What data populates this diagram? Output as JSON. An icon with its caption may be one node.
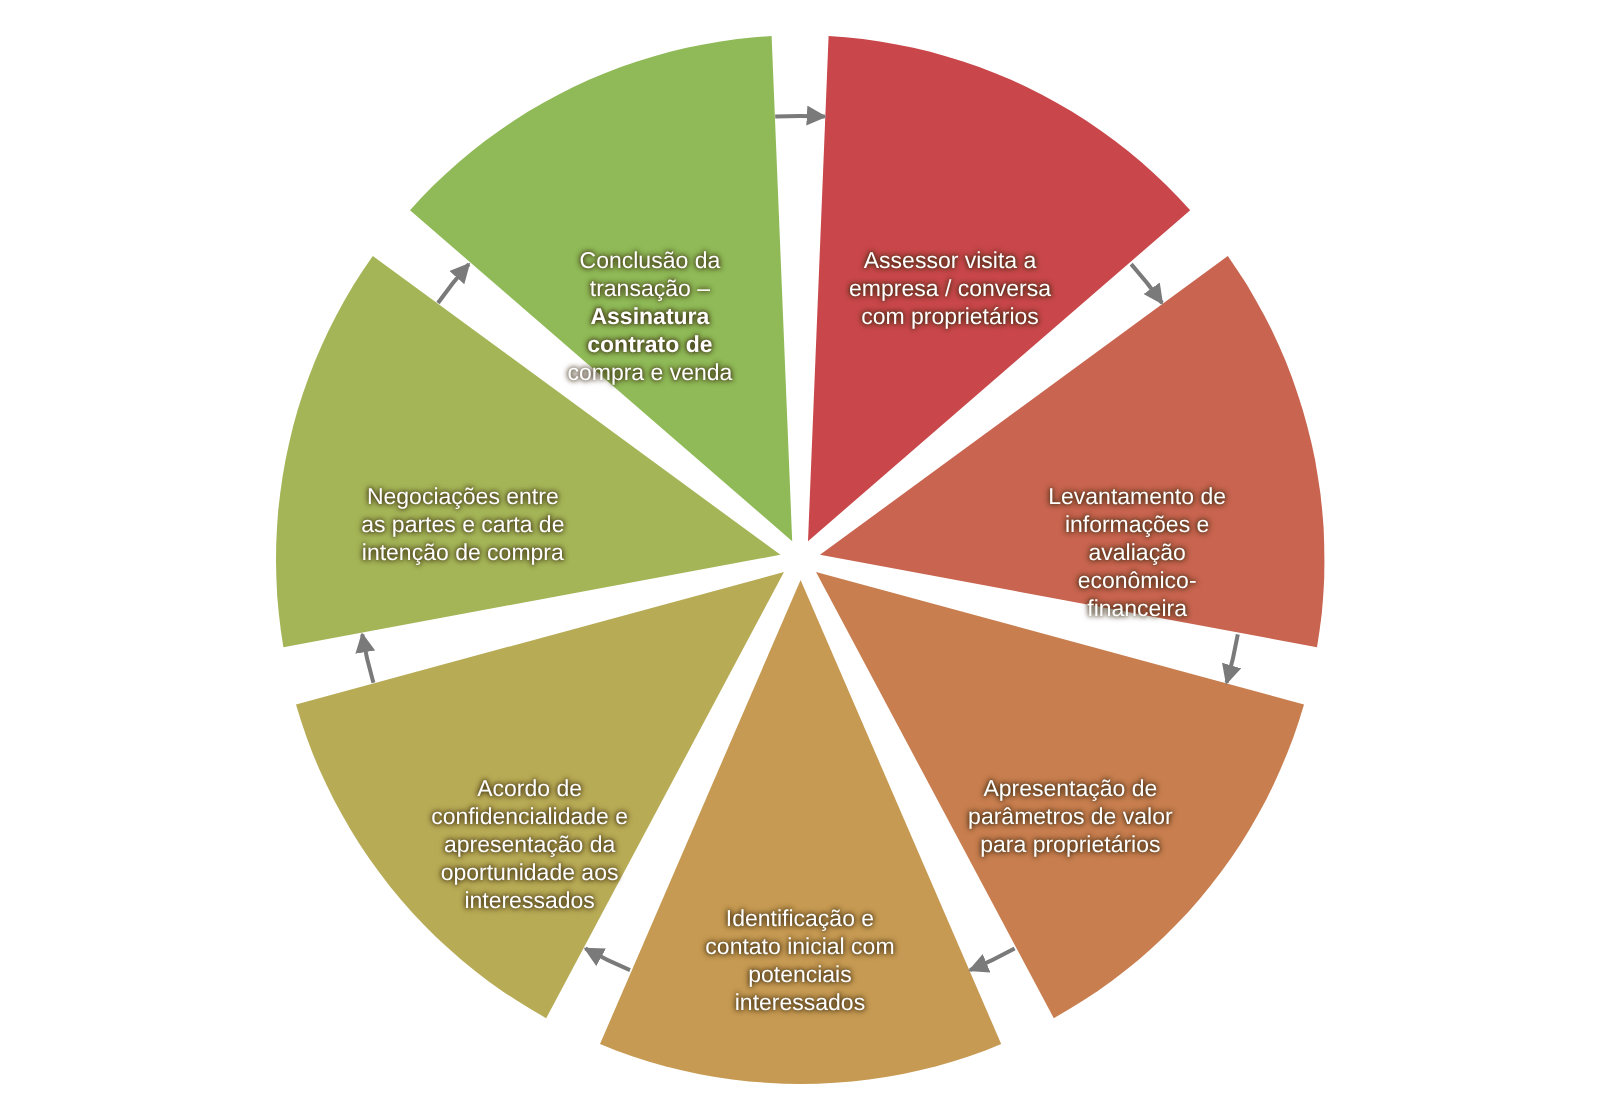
{
  "diagram": {
    "nodes": [
      {
        "text": [
          "Assessor visita a empresa / conversa com proprietários"
        ]
      },
      {
        "text": [
          "Levantamento de informações e avaliação econômico-financeira"
        ]
      },
      {
        "text": [
          "Apresentação de parâmetros de valor para proprietários"
        ]
      },
      {
        "text": [
          "Identificação e contato inicial com potenciais interessados"
        ]
      },
      {
        "text": [
          "Acordo de confidencialidade e apresentação da oportunidade aos interessados"
        ]
      },
      {
        "text": [
          "Negociações entre as partes e carta de intenção de compra"
        ]
      },
      {
        "text": [
          "Conclusão da transação – **Assinatura contrato de** compra e venda"
        ]
      }
    ],
    "edges": [
      {
        "from": 0,
        "to": 1,
        "arrow": "to"
      },
      {
        "from": 1,
        "to": 2,
        "arrow": "to"
      },
      {
        "from": 2,
        "to": 3,
        "arrow": "to"
      },
      {
        "from": 3,
        "to": 4,
        "arrow": "to"
      },
      {
        "from": 4,
        "to": 5,
        "arrow": "to"
      },
      {
        "from": 5,
        "to": 6,
        "arrow": "to"
      },
      {
        "from": 6,
        "to": 0,
        "arrow": "to"
      }
    ]
  }
}
